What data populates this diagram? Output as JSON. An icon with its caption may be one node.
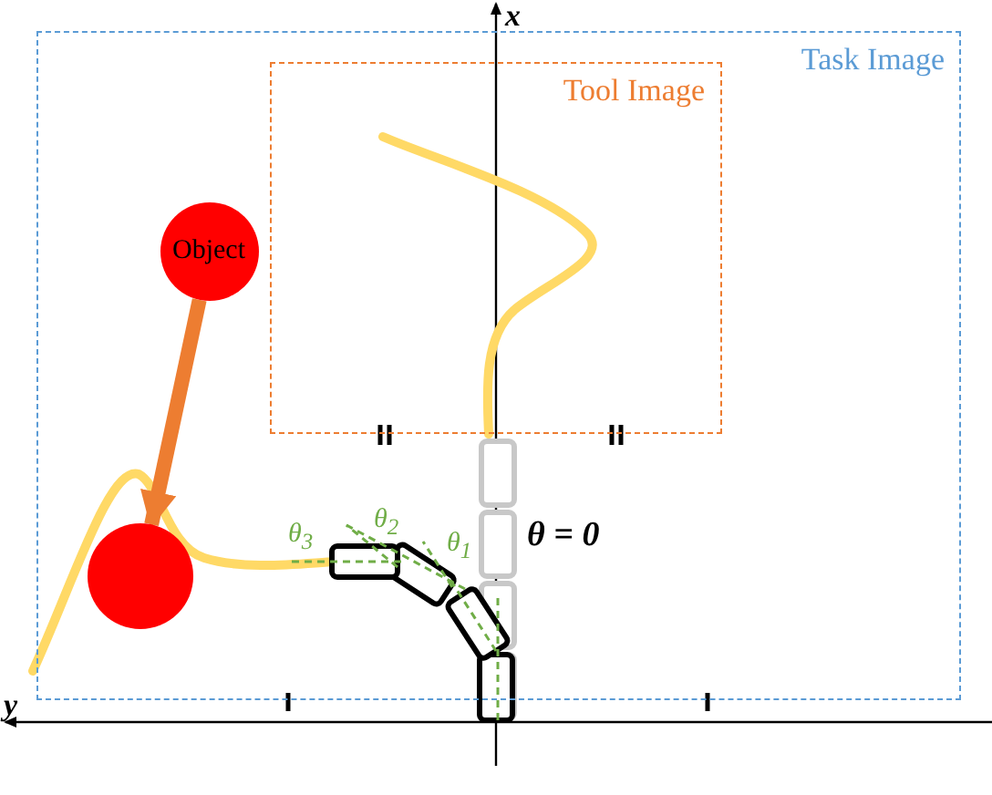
{
  "diagram": {
    "nodes": [
      {
        "text": [
          "Task Image"
        ]
      },
      {
        "text": [
          "Tool Image"
        ],
        "in": 0
      },
      {
        "text": [
          "Object"
        ],
        "in": 0
      },
      {
        "text": [],
        "shape": "circle",
        "in": 0
      }
    ],
    "edges": [
      {
        "from": 2,
        "to": 3,
        "arrow": "to",
        "color": "#ed7d31"
      }
    ],
    "labels": [
      "x",
      "y",
      "θ$_{2}$",
      "θ$_{3}$",
      "θ$_{1}$",
      "θ = 0"
    ]
  }
}
